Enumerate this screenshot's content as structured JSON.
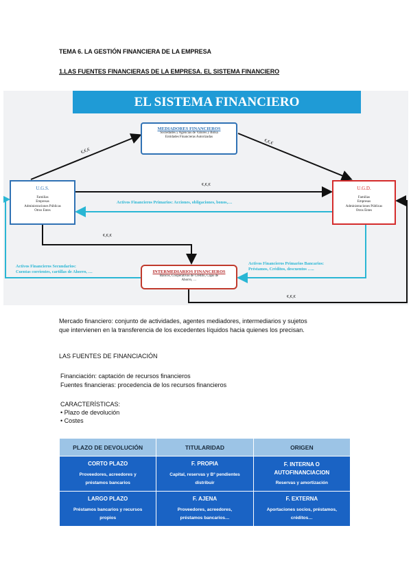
{
  "heading": "TEMA 6. LA GESTIÓN FINANCIERA DE LA EMPRESA",
  "subheading": "1.LAS FUENTES FINANCIERAS DE LA EMPRESA. EL SISTEMA FINANCIERO",
  "diagram": {
    "banner": "EL SISTEMA FINANCIERO",
    "mediadores": {
      "title": "MEDIADORES FINANCIEROS",
      "line1": "Sociedades y Agencias de Valores y Bolsa",
      "line2": "Entidades Financieras Autorizadas"
    },
    "ugs": {
      "title": "U.G.S.",
      "lines": [
        "Familias",
        "Empresas",
        "Administraciones Públicas",
        "Otros Entes"
      ]
    },
    "ugd": {
      "title": "U.G.D.",
      "lines": [
        "Familias",
        "Empresas",
        "Administraciones Públicas",
        "Otros Entes"
      ]
    },
    "intermediarios": {
      "title": "INTERMEDIARIOS FINANCIEROS",
      "line1": "Bancos, Cooperativas de Crédito, Cajas de",
      "line2": "Ahorro, …"
    },
    "ccc": "€,€,€",
    "activos_primarios": "Activos Financieros Primarios: Acciones, obligaciones, bonos,…",
    "activos_secundarios_1": "Activos Financieros Secundarios:",
    "activos_secundarios_2": "Cuentas corrientes, cartillas de Ahorro, …",
    "activos_bancarios_1": "Activos Financieros Primarios Bancarios:",
    "activos_bancarios_2": "Préstamos, Créditos, descuentos ….."
  },
  "paragraph": {
    "line1": "Mercado financiero: conjunto de actividades, agentes mediadores, intermediarios y sujetos",
    "line2": "que intervienen en la transferencia de los excedentes líquidos hacia quienes los precisan."
  },
  "fuentes_title": "LAS FUENTES DE FINANCIACIÓN",
  "def1": "Financiación: captación de recursos financieros",
  "def2": "Fuentes financieras: procedencia de los recursos financieros",
  "caracteristicas": {
    "title": "CARACTERÍSTICAS:",
    "items": [
      "Plazo de devolución",
      "Costes"
    ]
  },
  "table": {
    "headers": [
      "PLAZO DE DEVOLUCIÓN",
      "TITULARIDAD",
      "ORIGEN"
    ],
    "rows": [
      [
        {
          "title": "CORTO PLAZO",
          "sub1": "Proveedores, acreedores y",
          "sub2": "préstamos bancarios"
        },
        {
          "title": "F. PROPIA",
          "sub1": "Capital, reservas y Bº pendientes",
          "sub2": "distribuir"
        },
        {
          "title": "F. INTERNA O AUTOFINANCIACION",
          "sub1": "Reservas y amortización",
          "sub2": ""
        }
      ],
      [
        {
          "title": "LARGO PLAZO",
          "sub1": "Préstamos bancarios y recursos",
          "sub2": "propios"
        },
        {
          "title": "F. AJENA",
          "sub1": "Proveedores, acreedores,",
          "sub2": "préstamos bancarios…"
        },
        {
          "title": "F. EXTERNA",
          "sub1": "Aportaciones socios, préstamos,",
          "sub2": "créditos…"
        }
      ]
    ]
  },
  "colors": {
    "banner": "#1f9bd6",
    "box_blue": "#2f71b4",
    "box_red": "#d42a2a",
    "cyan_arrow": "#29b6d4",
    "table_header": "#9cc4e6",
    "table_cell": "#1a63c4"
  }
}
